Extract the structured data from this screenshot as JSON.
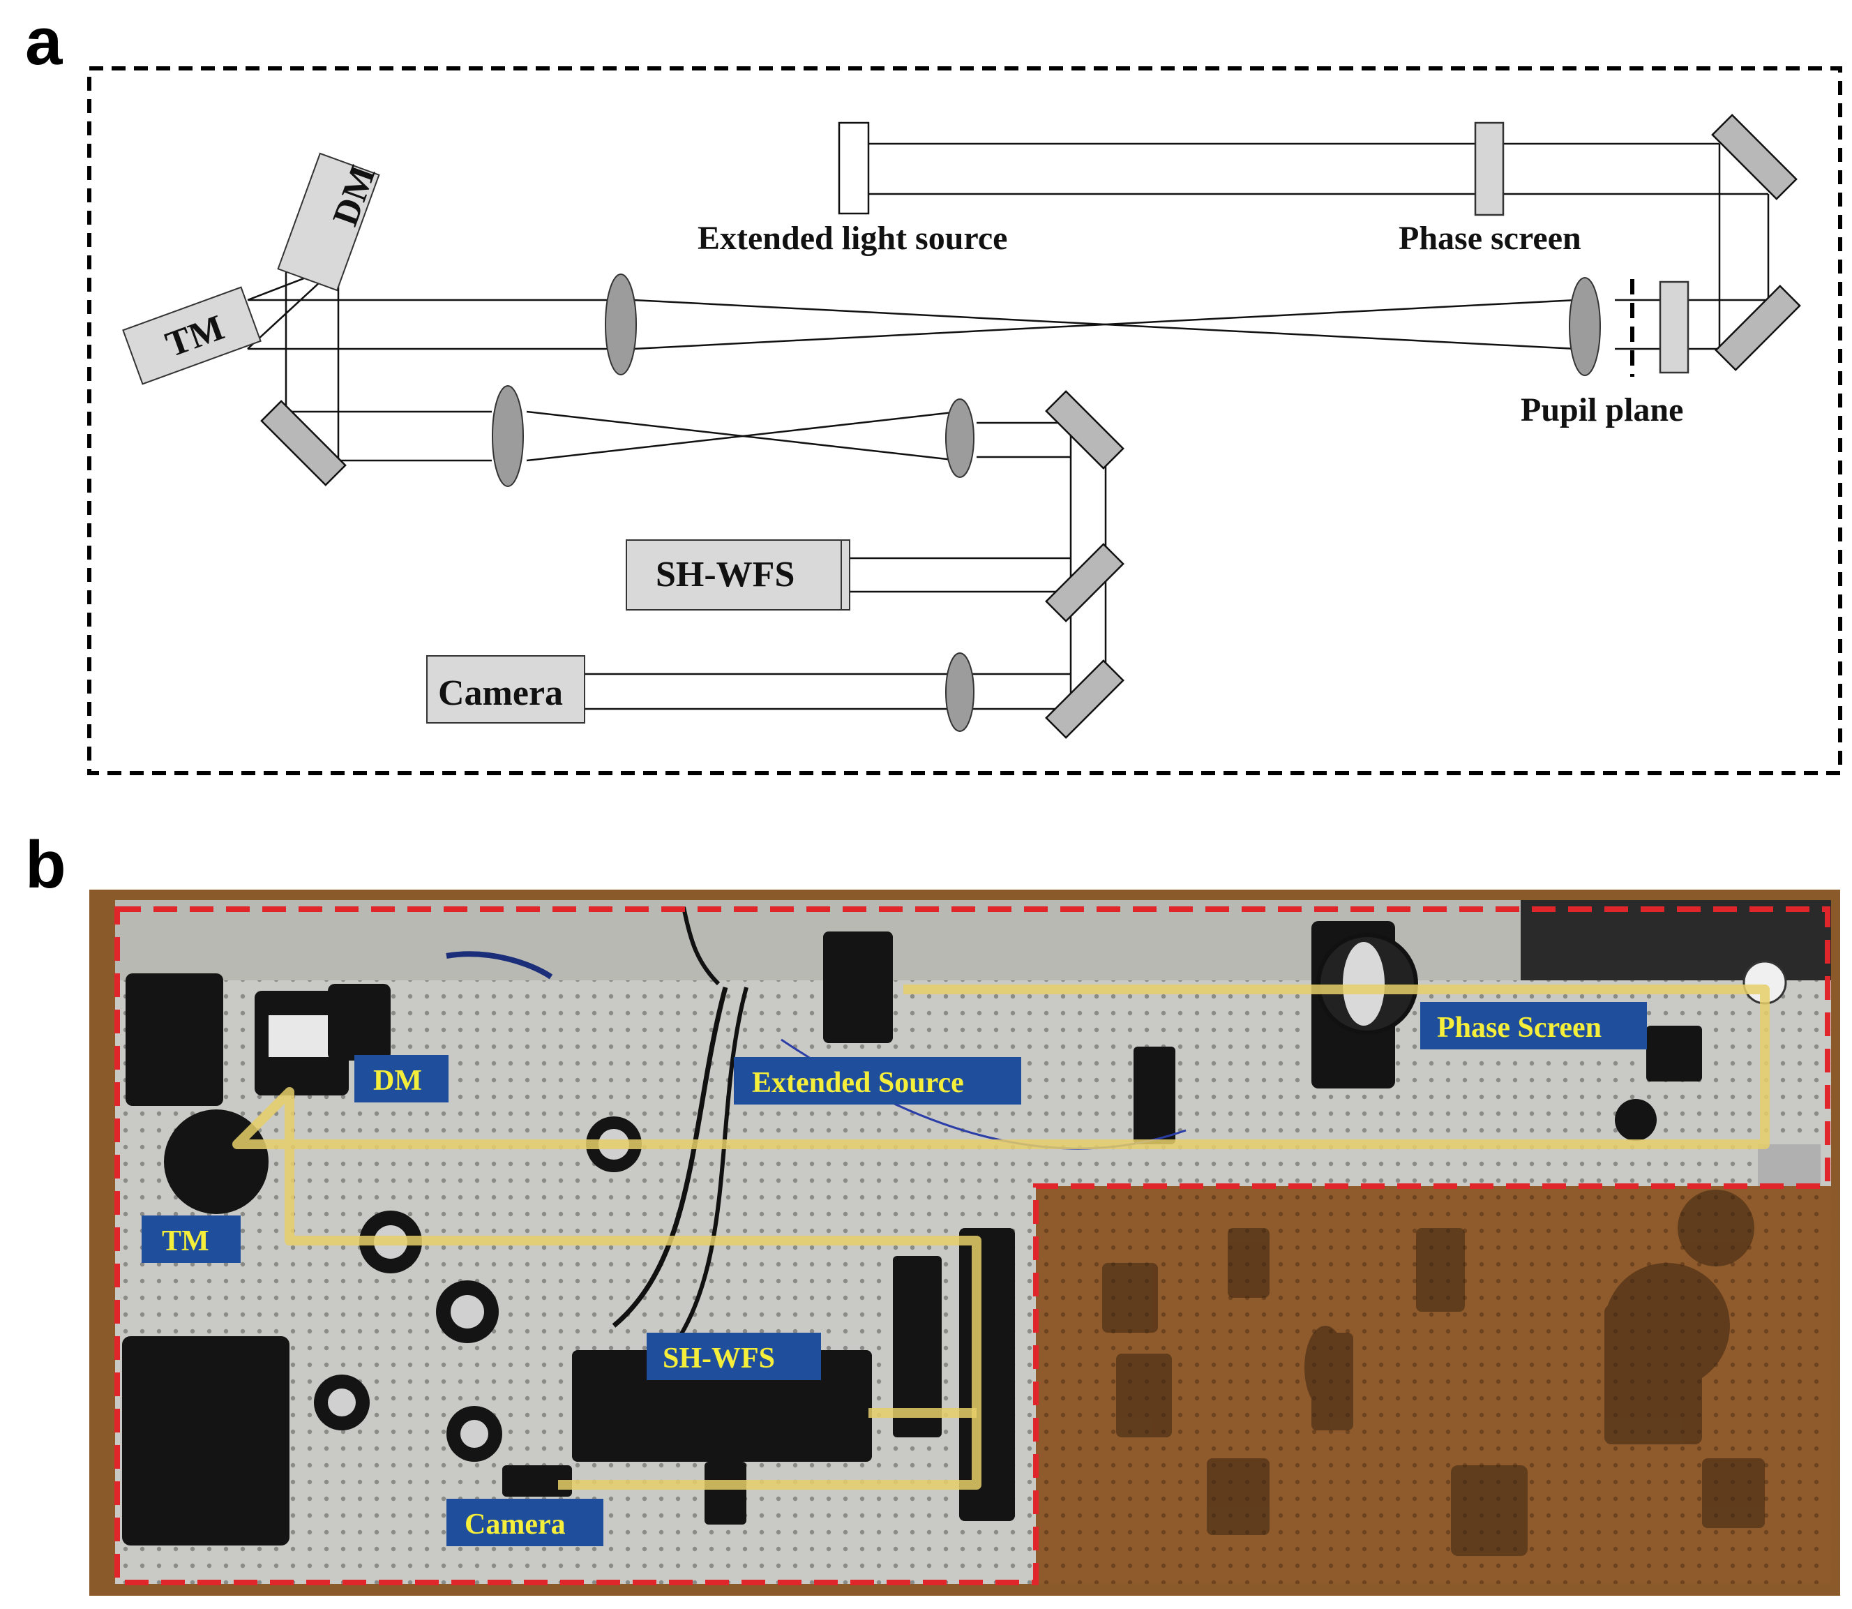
{
  "panels": {
    "a": {
      "letter": "a",
      "labels": {
        "extended_light_source": "Extended light source",
        "phase_screen": "Phase screen",
        "pupil_plane": "Pupil plane",
        "dm": "DM",
        "tm": "TM",
        "sh_wfs": "SH-WFS",
        "camera": "Camera"
      }
    },
    "b": {
      "letter": "b",
      "labels": {
        "dm": "DM",
        "extended_source": "Extended Source",
        "phase_screen": "Phase Screen",
        "tm": "TM",
        "sh_wfs": "SH-WFS",
        "camera": "Camera"
      }
    }
  },
  "colors": {
    "tag_background": "#1f4e9c",
    "tag_text": "#f5ee3a",
    "beam_path": "#e8cf6a",
    "region_outline": "#e0262a",
    "table_surface": "#c9c9c5",
    "wood_frame": "#8b5a2b"
  }
}
